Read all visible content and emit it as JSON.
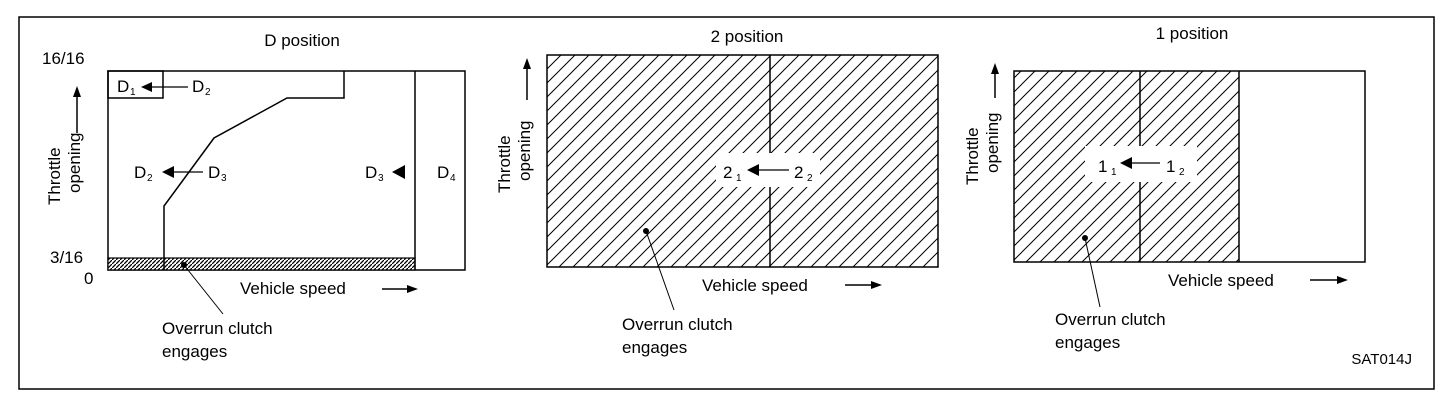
{
  "panels": [
    {
      "title": "D position",
      "y_top": "16/16",
      "y_mid": "3/16",
      "y_zero": "0",
      "y_axis_line1": "Throttle",
      "y_axis_line2": "opening",
      "x_axis": "Vehicle speed",
      "shifts": [
        {
          "from": "D",
          "from_sub": "1",
          "to": "D",
          "to_sub": "2"
        },
        {
          "from": "D",
          "from_sub": "2",
          "to": "D",
          "to_sub": "3"
        },
        {
          "from": "D",
          "from_sub": "3",
          "to": "D",
          "to_sub": "4"
        }
      ],
      "callout_line1": "Overrun clutch",
      "callout_line2": "engages"
    },
    {
      "title": "2 position",
      "y_axis_line1": "Throttle",
      "y_axis_line2": "opening",
      "x_axis": "Vehicle speed",
      "shift": {
        "from": "2",
        "from_sub": "1",
        "to": "2",
        "to_sub": "2"
      },
      "callout_line1": "Overrun clutch",
      "callout_line2": "engages"
    },
    {
      "title": "1 position",
      "y_axis_line1": "Throttle",
      "y_axis_line2": "opening",
      "x_axis": "Vehicle speed",
      "shift": {
        "from": "1",
        "from_sub": "1",
        "to": "1",
        "to_sub": "2"
      },
      "callout_line1": "Overrun clutch",
      "callout_line2": "engages"
    }
  ],
  "figure_code": "SAT014J"
}
